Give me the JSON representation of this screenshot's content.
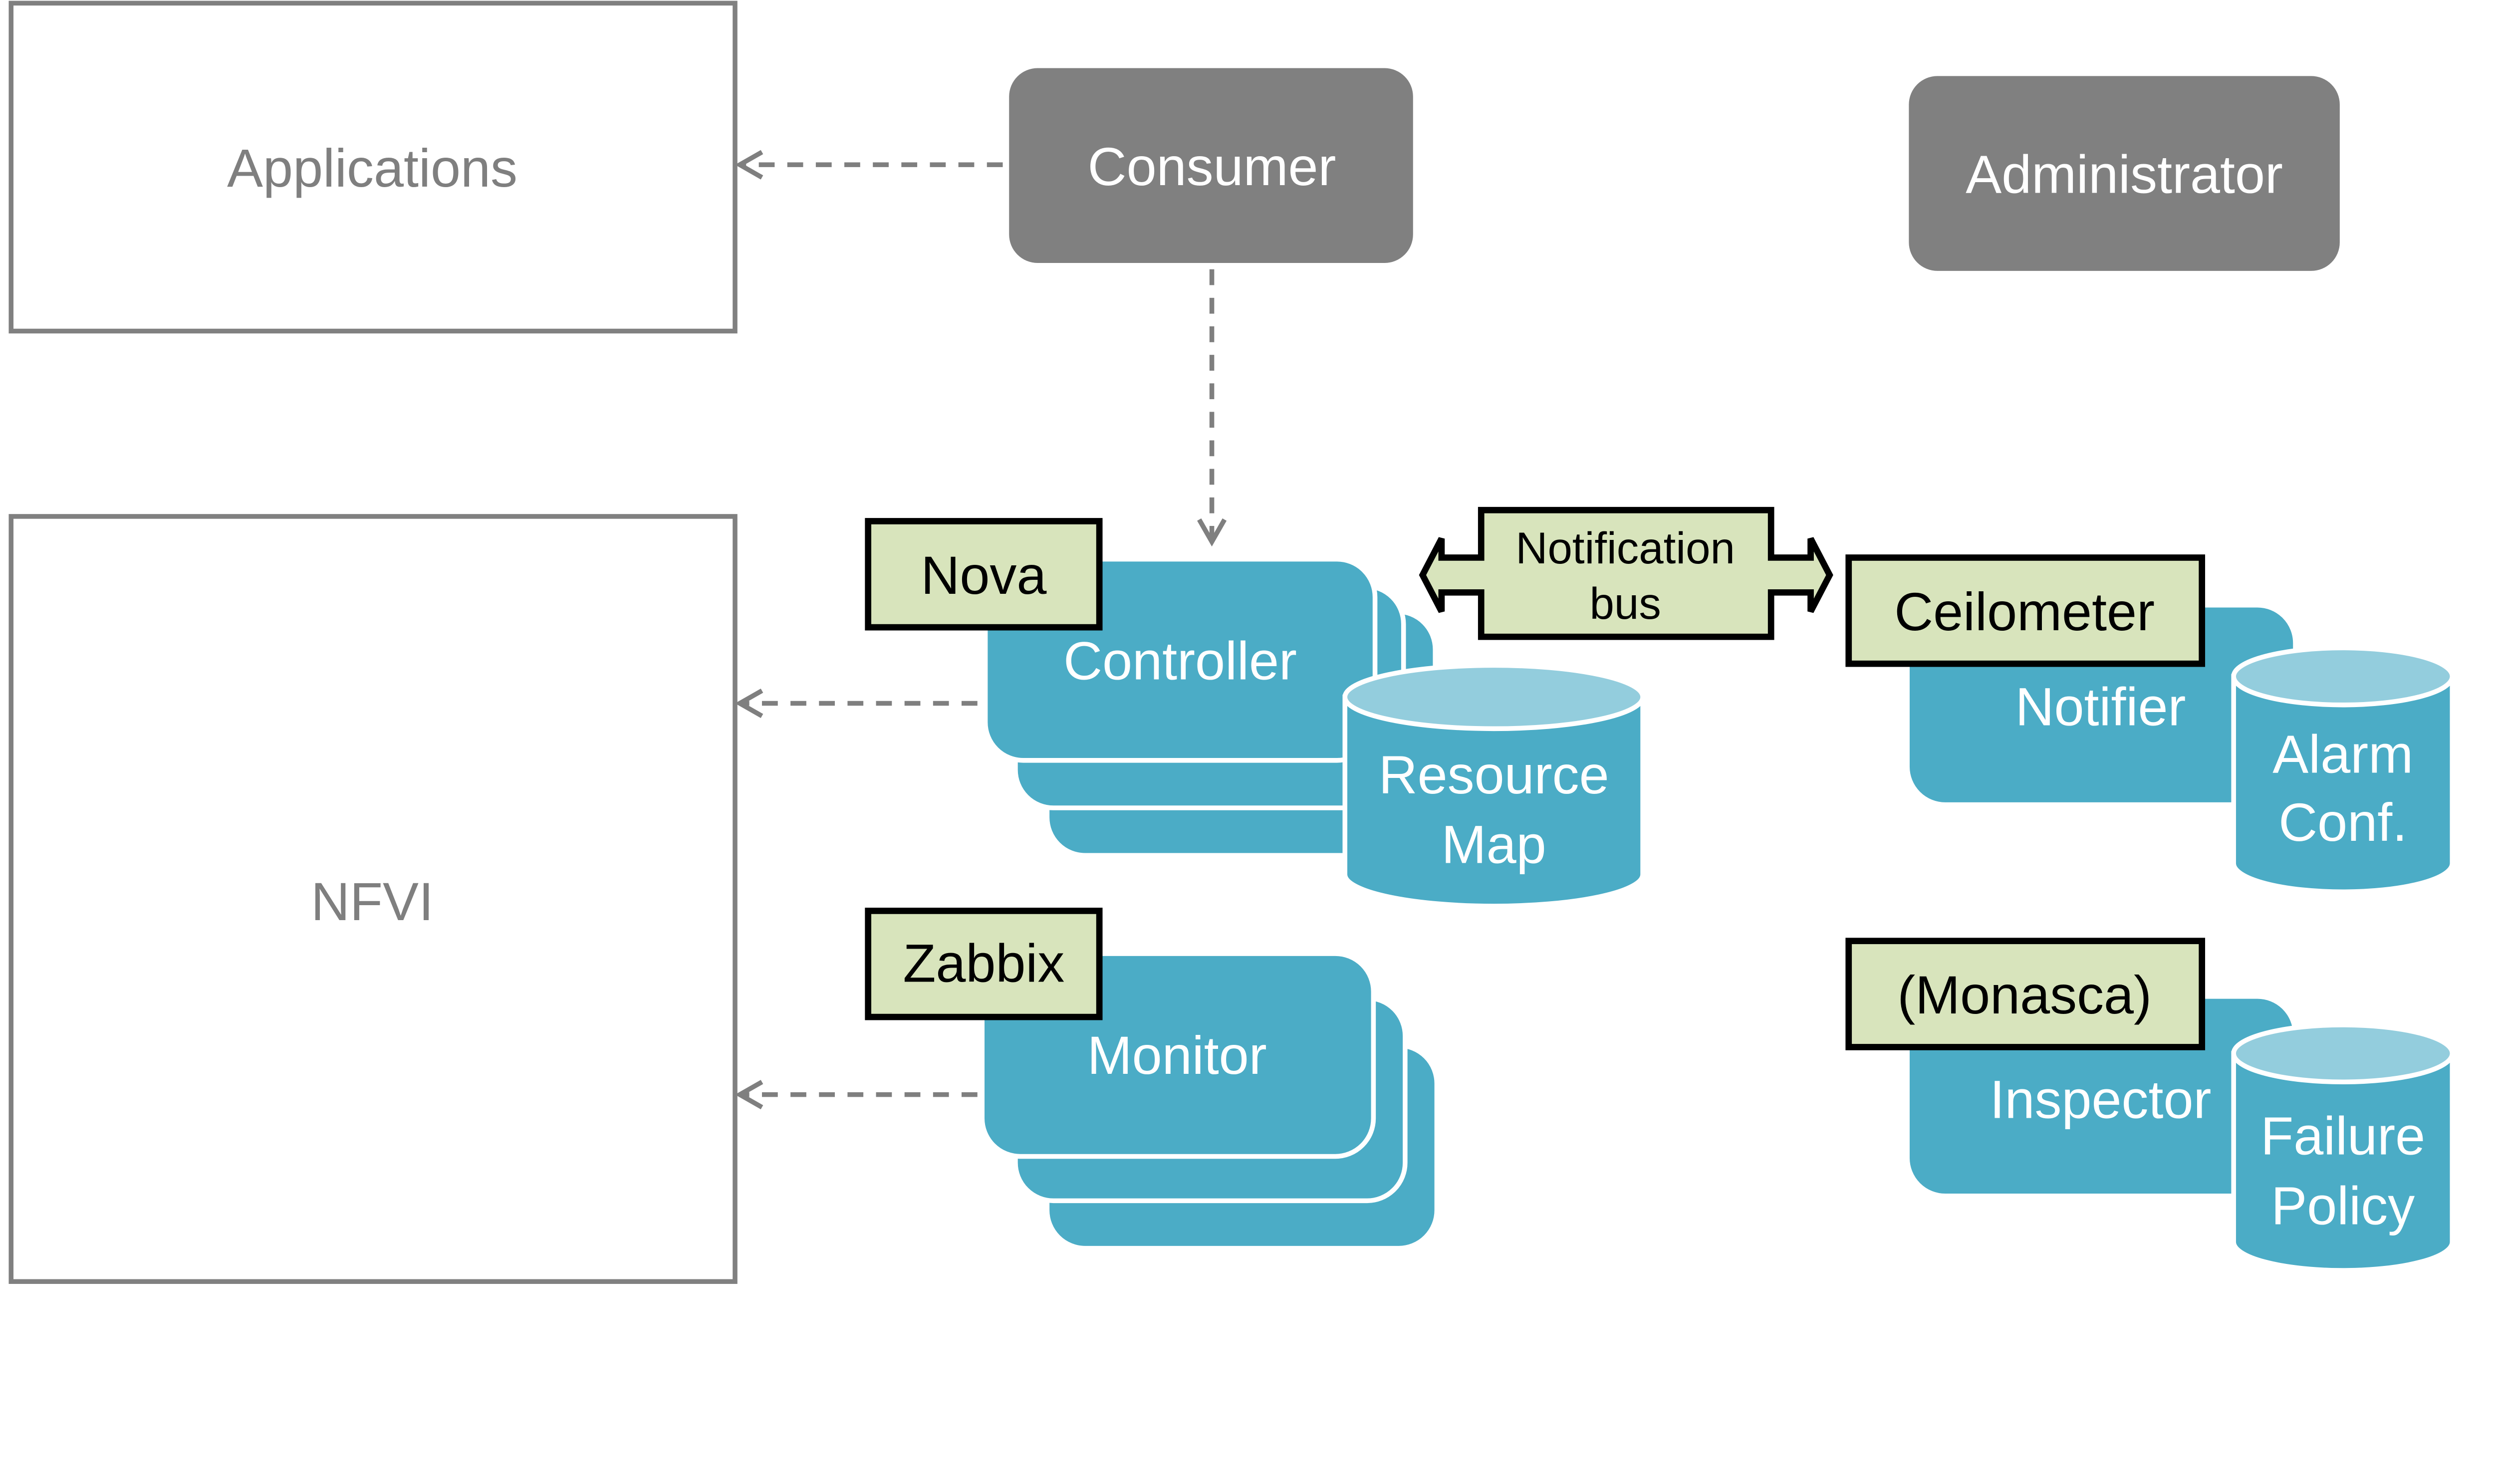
{
  "colors": {
    "gray_box": "#808080",
    "teal": "#4bacc6",
    "cylinder_top": "#93cddd",
    "label_fill": "#d8e4bc"
  },
  "boxes": {
    "applications": "Applications",
    "nfvi": "NFVI",
    "consumer": "Consumer",
    "administrator": "Administrator"
  },
  "components": {
    "controller": "Controller",
    "monitor": "Monitor",
    "notifier": "Notifier",
    "inspector": "Inspector"
  },
  "databases": {
    "resource_map": [
      "Resource",
      "Map"
    ],
    "alarm_conf": [
      "Alarm",
      "Conf."
    ],
    "failure_policy": [
      "Failure",
      "Policy"
    ]
  },
  "labels": {
    "nova": "Nova",
    "zabbix": "Zabbix",
    "ceilometer": "Ceilometer",
    "monasca": "(Monasca)"
  },
  "notification_bus": [
    "Notification",
    "bus"
  ]
}
